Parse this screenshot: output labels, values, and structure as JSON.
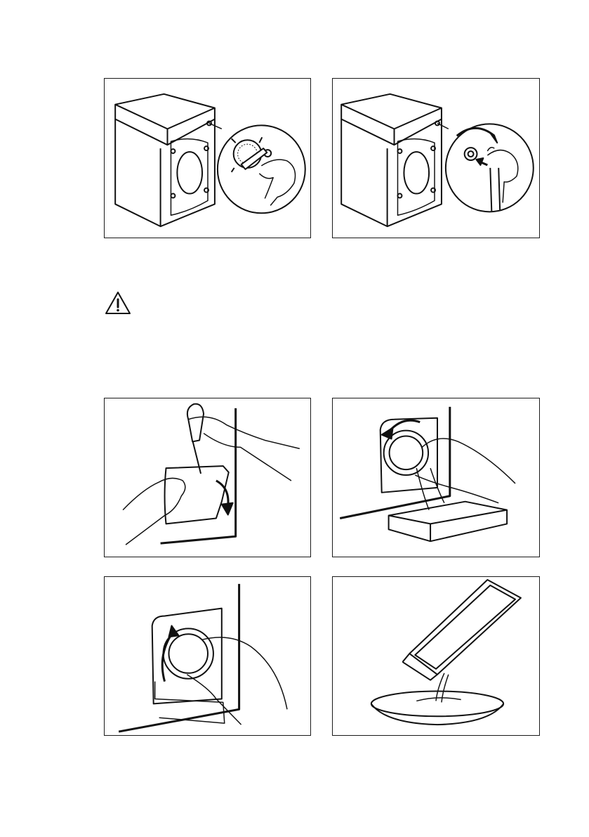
{
  "document": {
    "figures": [
      {
        "id": "fig-filter-clean",
        "icon": "washing-machine-filter-clean"
      },
      {
        "id": "fig-hose-unscrew",
        "icon": "washing-machine-hose-unscrew"
      },
      {
        "id": "fig-open-flap",
        "icon": "screwdriver-open-flap"
      },
      {
        "id": "fig-drain-water",
        "icon": "pump-filter-drain-water"
      },
      {
        "id": "fig-remove-filter",
        "icon": "pump-filter-turn"
      },
      {
        "id": "fig-empty-tray",
        "icon": "tray-empty-bowl"
      }
    ],
    "warning": {
      "icon": "warning-triangle-icon"
    }
  }
}
